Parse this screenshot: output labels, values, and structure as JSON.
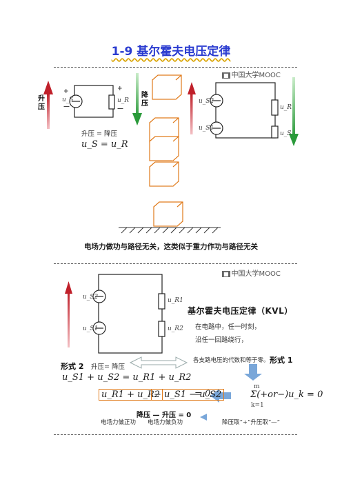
{
  "title": "1-9 基尔霍夫电压定律",
  "watermark": "中国大学MOOC",
  "colors": {
    "title": "#2a3bd0",
    "rise_arrow": "#c0202a",
    "fall_arrow": "#2a9a3a",
    "box_edge": "#e07a1a",
    "hint_arrow": "#7aa7d9"
  },
  "section1": {
    "rise_label": "升压",
    "fall_label": "降压",
    "equality_text": "升压 = 降压",
    "equality_formula": "u_S = u_R",
    "left_circuit": {
      "source": "u_S",
      "resistor": "u_R",
      "plus": "+",
      "minus": "—"
    },
    "right_circuit": {
      "source_top": "u_S2",
      "source_bottom": "u_S1",
      "resistor_top": "u_R",
      "resistor_bottom": "u_S"
    },
    "caption": "电场力做功与路径无关，这类似于重力作功与路径无关"
  },
  "section2": {
    "circuit": {
      "source_top": "u_S2",
      "source_bottom": "u_S1",
      "resistor_top": "u_R1",
      "resistor_bottom": "u_R2"
    },
    "kvl_title": "基尔霍夫电压定律（KVL）",
    "line1": "在电路中，任一时刻，",
    "line2": "沿任一回路绕行，",
    "line3": "各支路电压的代数和等于零。",
    "form1_label": "形式 1",
    "form2_label": "形式 2",
    "form2_text": "升压= 降压",
    "form2_formula": "u_S1 + u_S2 = u_R1 + u_R2",
    "sum_formula": "Σ(+or−)u_k = 0",
    "sum_upper": "m",
    "sum_lower": "k=1",
    "boxed_left": "u_R1 + u_R2",
    "boxed_right": "− u_S1 − u_S2",
    "eq_zero": "= 0",
    "bottom_label": "降压 — 升压 = 0",
    "note_positive": "电场力做正功",
    "note_negative": "电场力做负功",
    "note_sign": "降压取“+”升压取“—”"
  }
}
